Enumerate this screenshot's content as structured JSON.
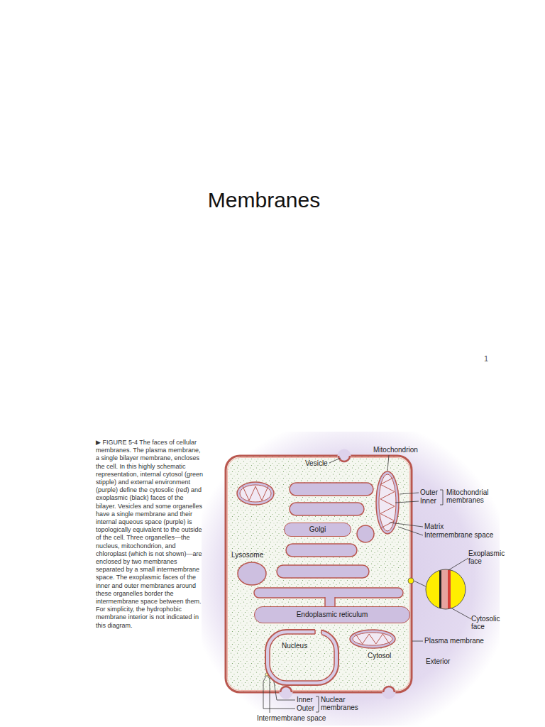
{
  "diagram": {
    "title": "Membranes",
    "caption": "▶ FIGURE 5-4 The faces of cellular membranes. The plasma membrane, a single bilayer membrane, encloses the cell. In this highly schematic representation, internal cytosol (green stipple) and external environment (purple) define the cytosolic (red) and exoplasmic (black) faces of the bilayer. Vesicles and some organelles have a single membrane and their internal aqueous space (purple) is topologically equivalent to the outside of the cell. Three organelles—the nucleus, mitochondrion, and chloroplast (which is not shown)—are enclosed by two membranes separated by a small intermembrane space. The exoplasmic faces of the inner and outer membranes around these organelles border the intermembrane space between them. For simplicity, the hydrophobic membrane interior is not indicated in this diagram.",
    "nodes": [
      {
        "text": [
          "Cytosol"
        ]
      },
      {
        "text": [
          "Golgi"
        ],
        "in": 0
      },
      {
        "text": [
          "Endoplasmic reticulum"
        ],
        "in": 0
      },
      {
        "text": [
          "Nucleus"
        ],
        "in": 0
      }
    ],
    "labels": [
      "1",
      "Mitochondrion",
      "Vesicle",
      "Outer",
      "Inner",
      "Mitochondrial membranes",
      "Matrix",
      "Intermembrane space",
      "Exoplasmic face",
      "Lysosome",
      "Cytosolic face",
      "Plasma membrane",
      "Exterior",
      "Inner",
      "Outer",
      "Nuclear membranes",
      "Intermembrane space"
    ]
  }
}
